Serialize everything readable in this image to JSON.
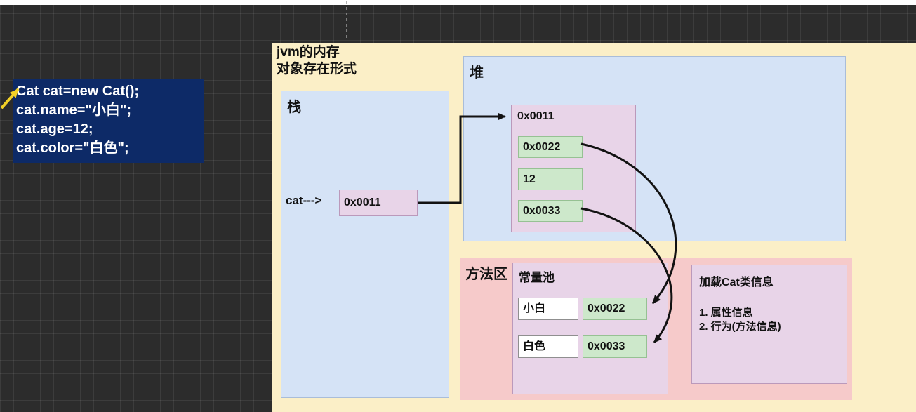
{
  "code": {
    "lines": [
      "Cat cat=new Cat();",
      "cat.name=\"小白\";",
      "cat.age=12;",
      "cat.color=\"白色\";"
    ]
  },
  "panel": {
    "title_line1": "jvm的内存",
    "title_line2": "对象存在形式",
    "stack": {
      "label": "栈",
      "var_label": "cat--->",
      "ref_value": "0x0011"
    },
    "heap": {
      "label": "堆",
      "object": {
        "address": "0x0011",
        "fields": [
          "0x0022",
          "12",
          "0x0033"
        ]
      }
    },
    "method_area": {
      "label": "方法区",
      "constant_pool": {
        "label": "常量池",
        "entries": [
          {
            "text": "小白",
            "address": "0x0022"
          },
          {
            "text": "白色",
            "address": "0x0033"
          }
        ]
      },
      "class_info": {
        "title": "加载Cat类信息",
        "items": [
          "1. 属性信息",
          "2. 行为(方法信息)"
        ]
      }
    }
  },
  "colors": {
    "code_bg": "#0d2a67",
    "code_text": "#ffffff",
    "panel_bg": "#fbefc7",
    "region_blue": "#d5e3f6",
    "region_blue_border": "#a9bdd9",
    "method_pink": "#f6caca",
    "lavender": "#e8d4e8",
    "lavender_border": "#bb99bb",
    "green": "#cde8cb",
    "green_border": "#96c193",
    "white_box": "#ffffff",
    "arrow": "#121212",
    "highlight_yellow": "#f3d127"
  }
}
